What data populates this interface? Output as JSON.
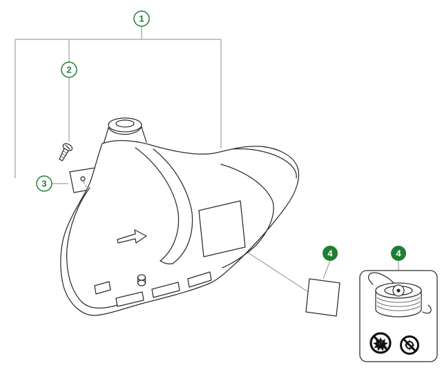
{
  "colors": {
    "green": "#1e7e34",
    "line": "#2b2b2b",
    "white": "#ffffff"
  },
  "callouts": {
    "c1": {
      "label": "1"
    },
    "c2": {
      "label": "2"
    },
    "c3": {
      "label": "3"
    },
    "c4a": {
      "label": "4"
    },
    "c4b": {
      "label": "4"
    }
  }
}
